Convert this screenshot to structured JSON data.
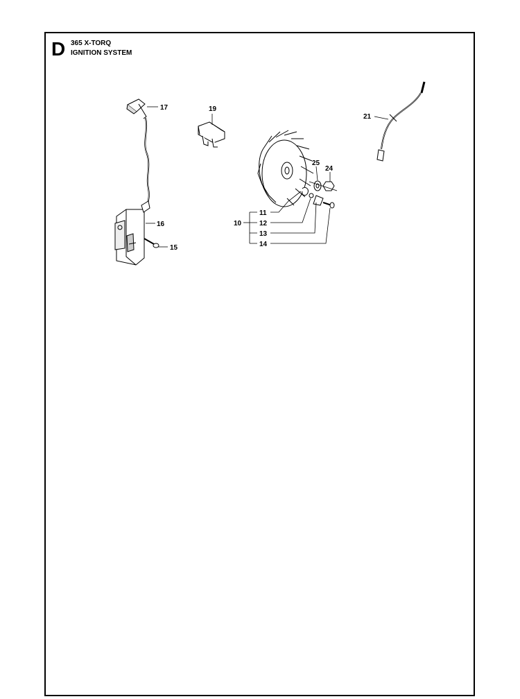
{
  "header": {
    "section_letter": "D",
    "model": "365 X-TORQ",
    "system": "IGNITION SYSTEM"
  },
  "callouts": {
    "c10": "10",
    "c11": "11",
    "c12": "12",
    "c13": "13",
    "c14": "14",
    "c15": "15",
    "c16": "16",
    "c17": "17",
    "c19": "19",
    "c21": "21",
    "c24": "24",
    "c25": "25"
  }
}
